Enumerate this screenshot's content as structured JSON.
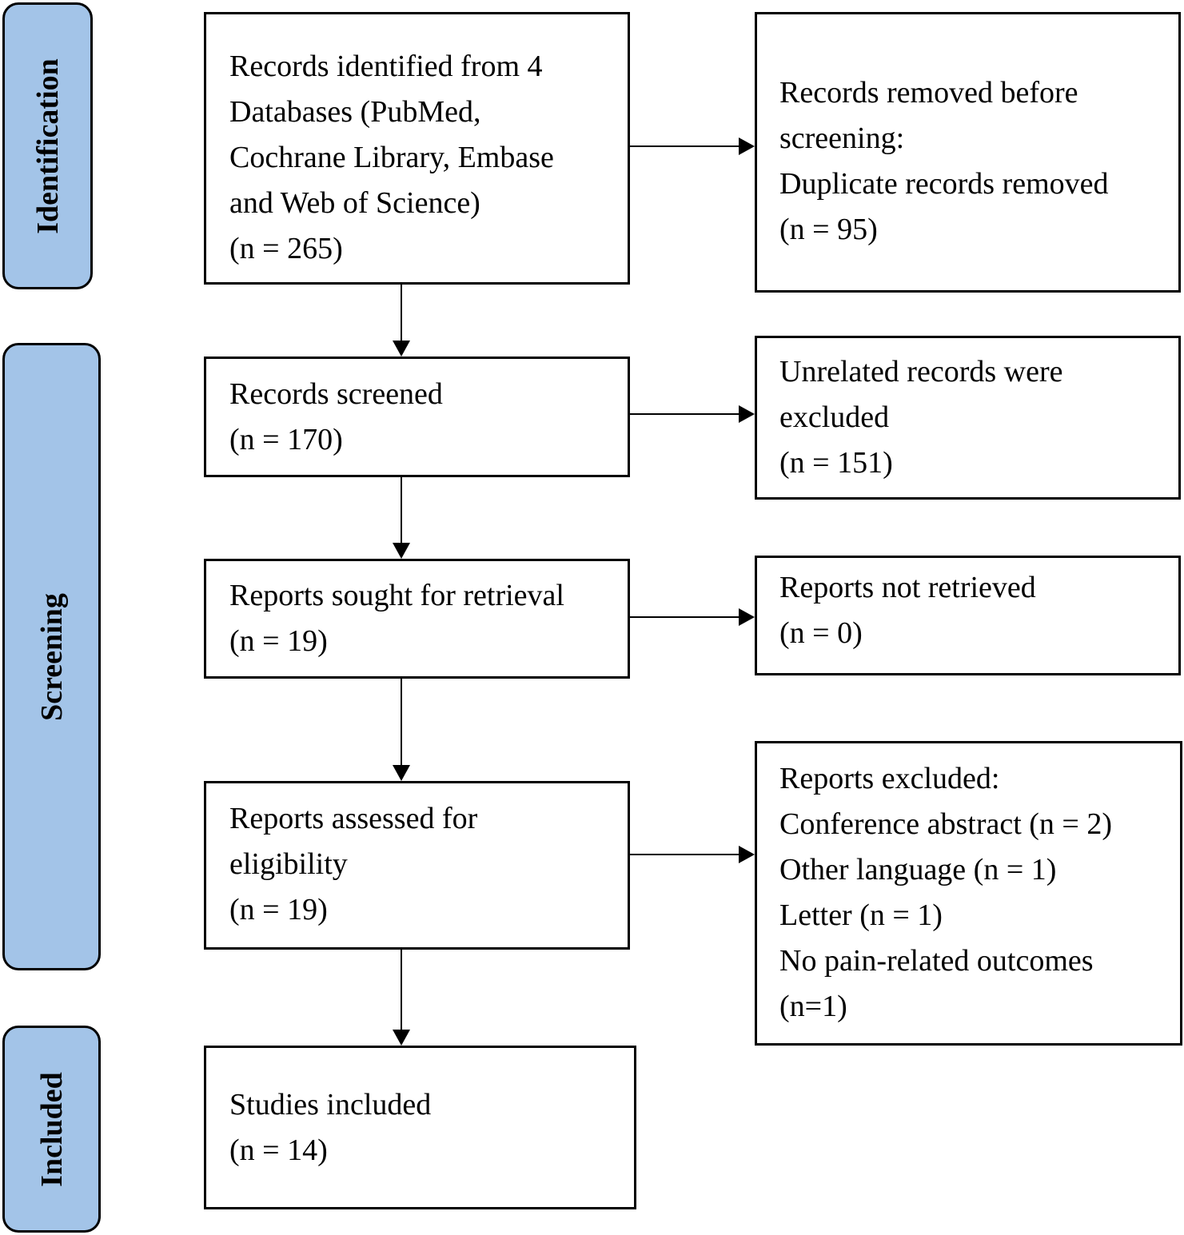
{
  "phases": {
    "identification": "Identification",
    "screening": "Screening",
    "included": "Included"
  },
  "boxes": {
    "identified": [
      "Records identified from 4",
      "Databases (PubMed,",
      "Cochrane Library, Embase",
      "and Web of Science)",
      "(n = 265)"
    ],
    "removed": [
      "Records removed before",
      "screening:",
      "Duplicate records removed",
      "(n = 95)"
    ],
    "screened": [
      "Records screened",
      "(n = 170)"
    ],
    "unrelated": [
      "Unrelated records were",
      "excluded",
      "(n = 151)"
    ],
    "sought": [
      "Reports sought for retrieval",
      "(n = 19)"
    ],
    "not_retrieved": [
      "Reports not retrieved",
      "(n = 0)"
    ],
    "assessed": [
      "Reports assessed for",
      "eligibility",
      "(n = 19)"
    ],
    "excluded": [
      "Reports excluded:",
      "Conference abstract (n = 2)",
      "Other language (n = 1)",
      "Letter (n = 1)",
      "No pain-related outcomes",
      "(n=1)"
    ],
    "included": [
      "Studies included",
      "(n = 14)"
    ]
  }
}
